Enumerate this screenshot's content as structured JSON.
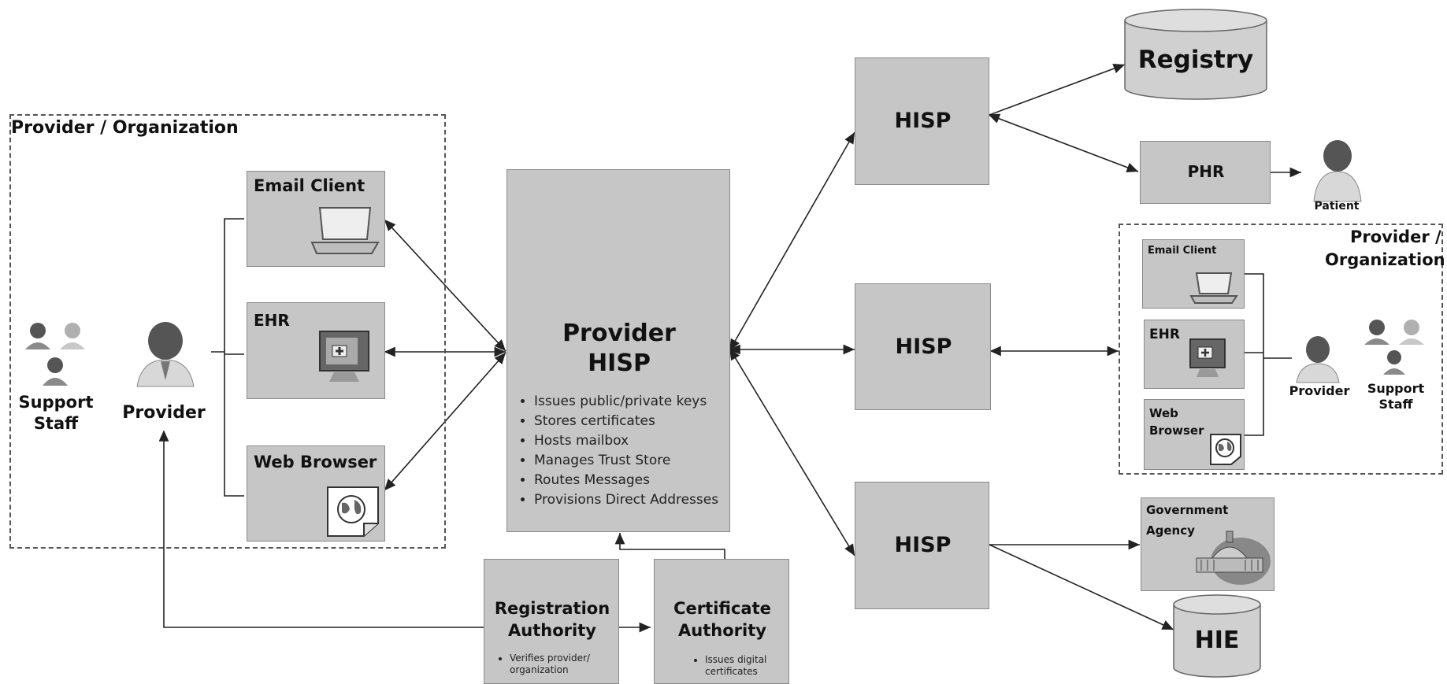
{
  "left_org": {
    "title": "Provider / Organization",
    "support_staff": "Support\nStaff",
    "provider": "Provider",
    "email_client": "Email Client",
    "ehr": "EHR",
    "web_browser": "Web Browser"
  },
  "provider_hisp": {
    "title_line1": "Provider",
    "title_line2": "HISP",
    "bullets": [
      "Issues public/private keys",
      "Stores certificates",
      "Hosts mailbox",
      "Manages Trust Store",
      "Routes Messages",
      "Provisions Direct Addresses"
    ]
  },
  "registration_authority": {
    "title_line1": "Registration",
    "title_line2": "Authority",
    "bullets": [
      "Verifies provider/ organization"
    ]
  },
  "certificate_authority": {
    "title_line1": "Certificate",
    "title_line2": "Authority",
    "bullets": [
      "Issues digital certificates"
    ]
  },
  "hisps": [
    "HISP",
    "HISP",
    "HISP"
  ],
  "registry": "Registry",
  "phr": "PHR",
  "patient": "Patient",
  "right_org": {
    "title_line1": "Provider /",
    "title_line2": "Organization",
    "email_client": "Email Client",
    "ehr": "EHR",
    "web_browser_line1": "Web",
    "web_browser_line2": "Browser",
    "provider": "Provider",
    "support_staff": "Support\nStaff"
  },
  "government_agency_line1": "Government",
  "government_agency_line2": "Agency",
  "hie": "HIE",
  "colors": {
    "box_fill": "#c6c6c6",
    "box_border": "#8a8a8a",
    "line": "#222222",
    "dash": "#555555"
  }
}
